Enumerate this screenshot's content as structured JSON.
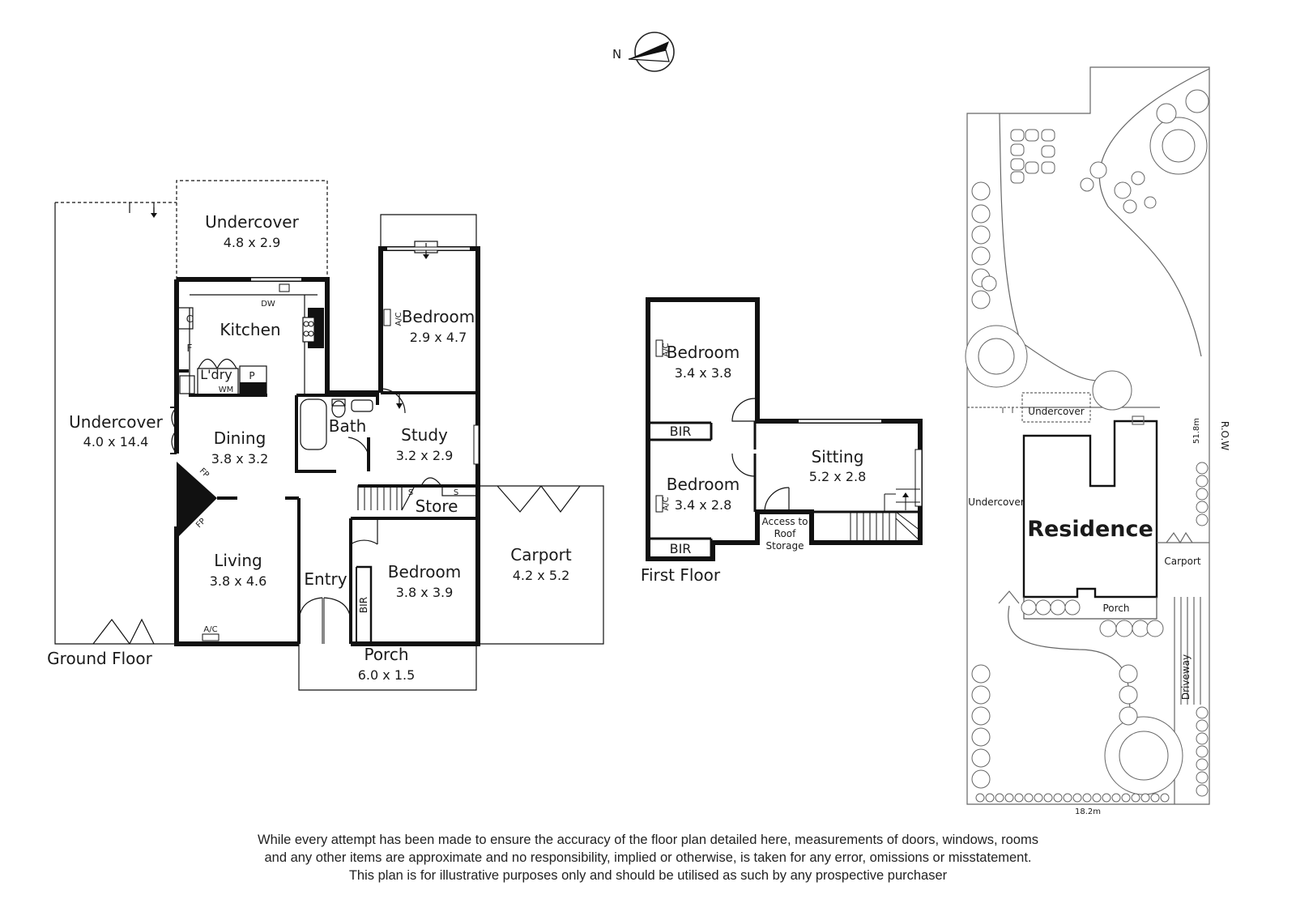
{
  "compass": {
    "north_label": "N"
  },
  "ground_floor": {
    "title": "Ground Floor",
    "rooms": [
      {
        "id": "undercover_top",
        "name": "Undercover",
        "dims": "4.8 x 2.9"
      },
      {
        "id": "undercover_side",
        "name": "Undercover",
        "dims": "4.0 x 14.4"
      },
      {
        "id": "kitchen",
        "name": "Kitchen"
      },
      {
        "id": "laundry",
        "name": "L'dry"
      },
      {
        "id": "dining",
        "name": "Dining",
        "dims": "3.8 x 3.2"
      },
      {
        "id": "living",
        "name": "Living",
        "dims": "3.8 x 4.6"
      },
      {
        "id": "bath",
        "name": "Bath"
      },
      {
        "id": "bedroom_back",
        "name": "Bedroom",
        "dims": "2.9 x 4.7"
      },
      {
        "id": "study",
        "name": "Study",
        "dims": "3.2 x 2.9"
      },
      {
        "id": "store",
        "name": "Store"
      },
      {
        "id": "entry",
        "name": "Entry"
      },
      {
        "id": "bedroom_front",
        "name": "Bedroom",
        "dims": "3.8 x 3.9"
      },
      {
        "id": "porch",
        "name": "Porch",
        "dims": "6.0 x 1.5"
      },
      {
        "id": "carport",
        "name": "Carport",
        "dims": "4.2 x 5.2"
      }
    ],
    "fixture_labels": {
      "dishwasher": "DW",
      "cupboard": "C",
      "fridge": "F",
      "pantry": "P",
      "washing_machine": "WM",
      "fireplace": "FP",
      "air_con": "A/C",
      "built_in_robe": "BIR",
      "stair_s": "S"
    }
  },
  "first_floor": {
    "title": "First Floor",
    "rooms": [
      {
        "id": "bedroom_1",
        "name": "Bedroom",
        "dims": "3.4 x 3.8"
      },
      {
        "id": "bedroom_2",
        "name": "Bedroom",
        "dims": "3.4 x 2.8"
      },
      {
        "id": "sitting",
        "name": "Sitting",
        "dims": "5.2 x 2.8"
      },
      {
        "id": "bir_1",
        "name": "BIR"
      },
      {
        "id": "bir_2",
        "name": "BIR"
      }
    ],
    "roof_access": [
      "Access to",
      "Roof",
      "Storage"
    ],
    "air_con": "A/C"
  },
  "site_plan": {
    "residence": "Residence",
    "undercover_top": "Undercover",
    "undercover_side": "Undercover",
    "carport": "Carport",
    "porch": "Porch",
    "driveway": "Driveway",
    "row": "R.O.W",
    "depth": "51.8m",
    "width": "18.2m"
  },
  "disclaimer": [
    "While every attempt has been made to ensure the accuracy of the floor plan detailed here, measurements of doors, windows, rooms",
    "and any other items are approximate and no responsibility, implied or otherwise, is taken for any error, omissions or misstatement.",
    "This plan is for illustrative purposes only and should be utilised as such by any prospective purchaser"
  ]
}
